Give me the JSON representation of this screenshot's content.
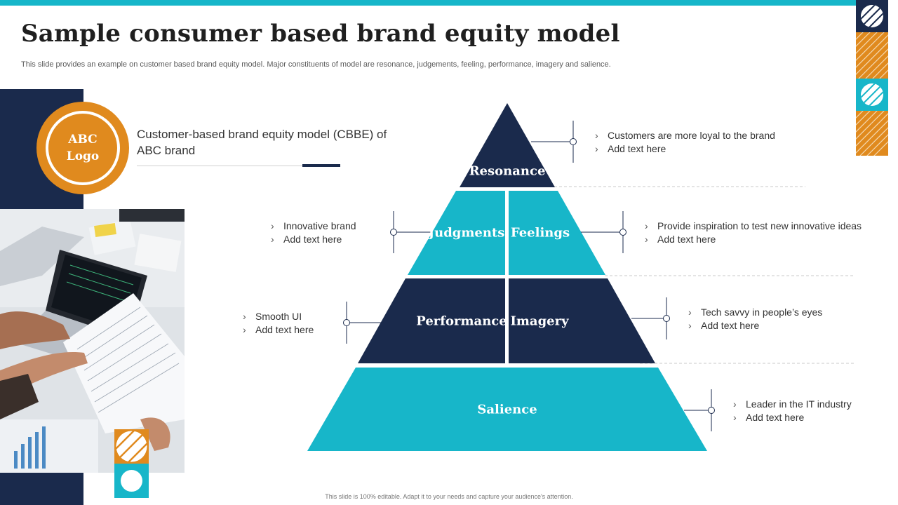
{
  "title": "Sample consumer based brand equity model",
  "subtitle": "This slide provides an example on customer based brand equity model. Major constituents of model are resonance, judgements, feeling, performance, imagery and salience.",
  "logo": {
    "text": "ABC Logo"
  },
  "model_description": "Customer-based brand equity model (CBBE) of ABC brand",
  "pyramid": {
    "levels": {
      "resonance": "Resonance",
      "judgments": "Judgments",
      "feelings": "Feelings",
      "performance": "Performance",
      "imagery": "Imagery",
      "salience": "Salience"
    }
  },
  "notes": {
    "resonance": [
      "Customers are more loyal to the brand",
      "Add text here"
    ],
    "judgments": [
      "Innovative brand",
      "Add text here"
    ],
    "feelings": [
      "Provide inspiration to test new innovative ideas",
      "Add text here"
    ],
    "performance": [
      "Smooth UI",
      "Add text here"
    ],
    "imagery": [
      "Tech savvy in people’s eyes",
      "Add text here"
    ],
    "salience": [
      "Leader in the IT industry",
      "Add text here"
    ]
  },
  "footer": "This slide is 100% editable. Adapt it to your needs and capture your audience's attention.",
  "colors": {
    "navy": "#1a2a4c",
    "teal": "#17b6c9",
    "orange": "#e08a1e"
  },
  "icons": {
    "bullet": "chevron-right-icon"
  }
}
